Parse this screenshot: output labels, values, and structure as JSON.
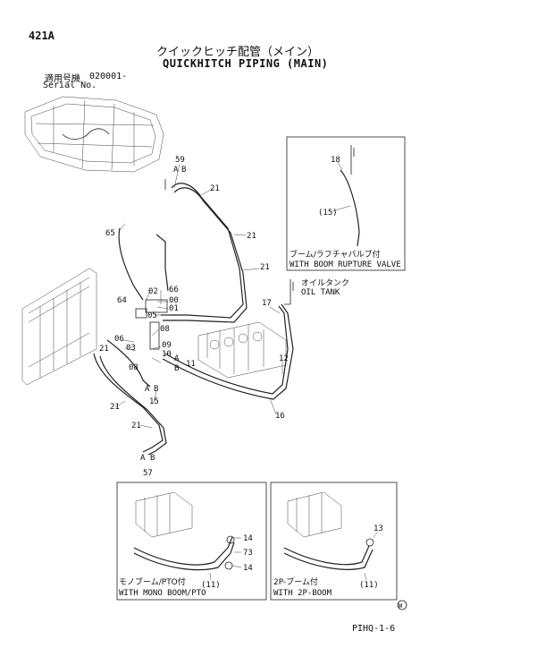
{
  "header": {
    "page_number": "421A",
    "title_jp": "クイックヒッチ配管（メイン）",
    "title_en": "QUICKHITCH PIPING (MAIN)",
    "serial_label_jp": "適用号機",
    "serial_value": "020001-",
    "serial_label_en": "Serial No."
  },
  "callouts": {
    "c59": "59",
    "c21a": "21",
    "c21b": "21",
    "c21c": "21",
    "c21d": "21",
    "c21e": "21",
    "c21f": "21",
    "c65": "65",
    "c02": "02",
    "c66": "66",
    "c64": "64",
    "c00": "00",
    "c01": "01",
    "c05": "05",
    "c08a": "08",
    "c08b": "08",
    "c06": "06",
    "c03": "03",
    "c09": "09",
    "c10": "10",
    "c11": "11",
    "c17": "17",
    "c12": "12",
    "c16": "16",
    "c15": "15",
    "c57": "57",
    "c18": "18",
    "c15p": "(15)",
    "A1": "A",
    "B1": "B",
    "A2": "A",
    "B2": "B",
    "A3": "A",
    "B3": "B",
    "A4": "A",
    "B4": "B"
  },
  "oil_tank": {
    "jp": "オイルタンク",
    "en": "OIL TANK"
  },
  "insets": {
    "boom_rupture": {
      "jp": "ブーム/ラフチャバルブ付",
      "en": "WITH BOOM RUPTURE VALVE"
    },
    "mono_boom": {
      "jp": "モノブーム/PTO付",
      "en": "WITH MONO BOOM/PTO",
      "c14a": "14",
      "c73": "73",
      "c14b": "14",
      "c11": "(11)"
    },
    "two_piece_boom": {
      "jp": "2P-ブーム付",
      "en": "WITH 2P-BOOM",
      "c13": "13",
      "c11": "(11)"
    }
  },
  "footer": {
    "page_ref": "PIHQ-1-6",
    "mark": "W"
  }
}
